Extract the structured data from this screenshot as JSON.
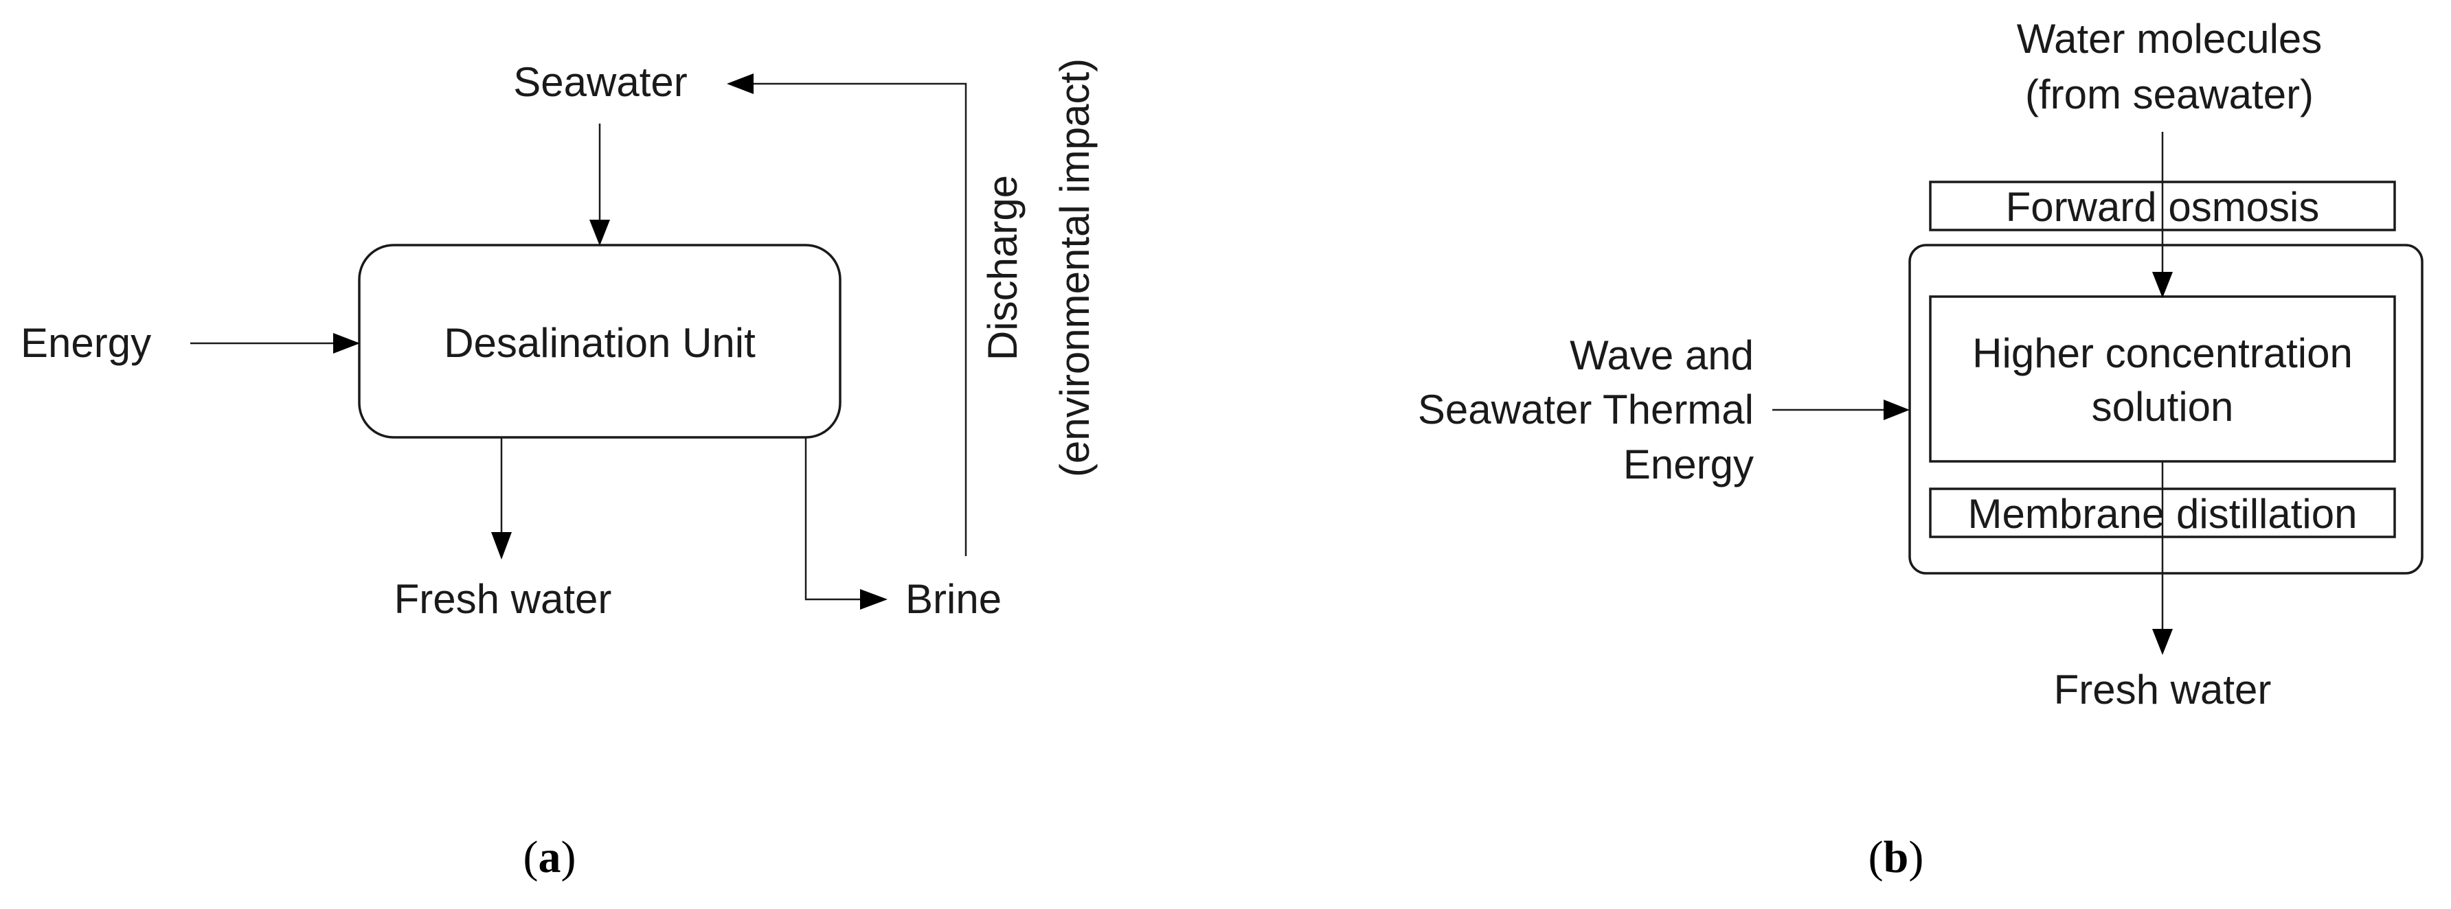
{
  "panel_a": {
    "seawater": "Seawater",
    "energy": "Energy",
    "unit": "Desalination Unit",
    "fresh_water": "Fresh water",
    "brine": "Brine",
    "discharge_line1": "Discharge",
    "discharge_line2": "(environmental impact)",
    "caption_prefix": "(",
    "caption_letter": "a",
    "caption_suffix": ")"
  },
  "panel_b": {
    "water_line1": "Water molecules",
    "water_line2": "(from seawater)",
    "forward_osmosis": "Forward osmosis",
    "solution_line1": "Higher concentration",
    "solution_line2": "solution",
    "membrane_distillation": "Membrane distillation",
    "energy_line1": "Wave and",
    "energy_line2": "Seawater Thermal",
    "energy_line3": "Energy",
    "fresh_water": "Fresh water",
    "caption_prefix": "(",
    "caption_letter": "b",
    "caption_suffix": ")"
  }
}
